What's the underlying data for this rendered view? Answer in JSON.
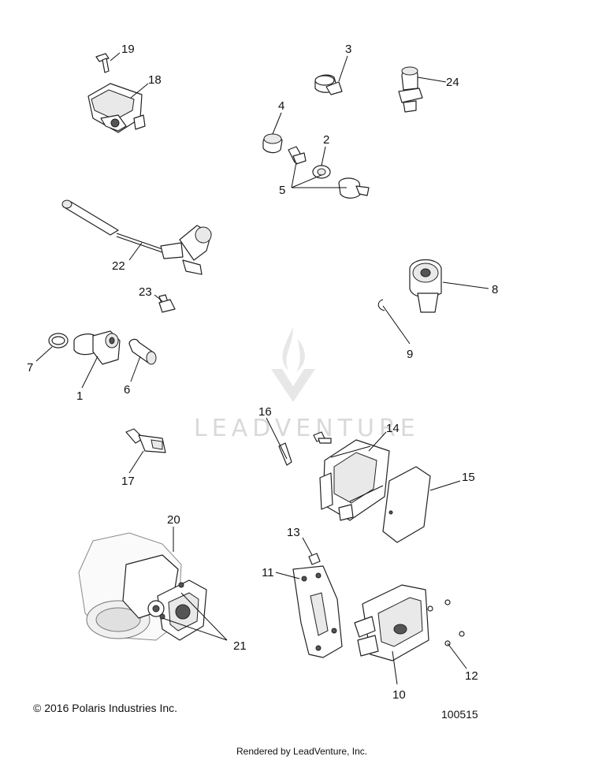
{
  "watermark": "LEADVENTURE",
  "copyright": "© 2016 Polaris Industries Inc.",
  "diagram_number": "100515",
  "rendered_by": "Rendered by LeadVenture, Inc.",
  "callouts": [
    "1",
    "2",
    "3",
    "4",
    "5",
    "6",
    "7",
    "8",
    "9",
    "10",
    "11",
    "12",
    "13",
    "14",
    "15",
    "16",
    "17",
    "18",
    "19",
    "20",
    "21",
    "22",
    "23",
    "24"
  ]
}
